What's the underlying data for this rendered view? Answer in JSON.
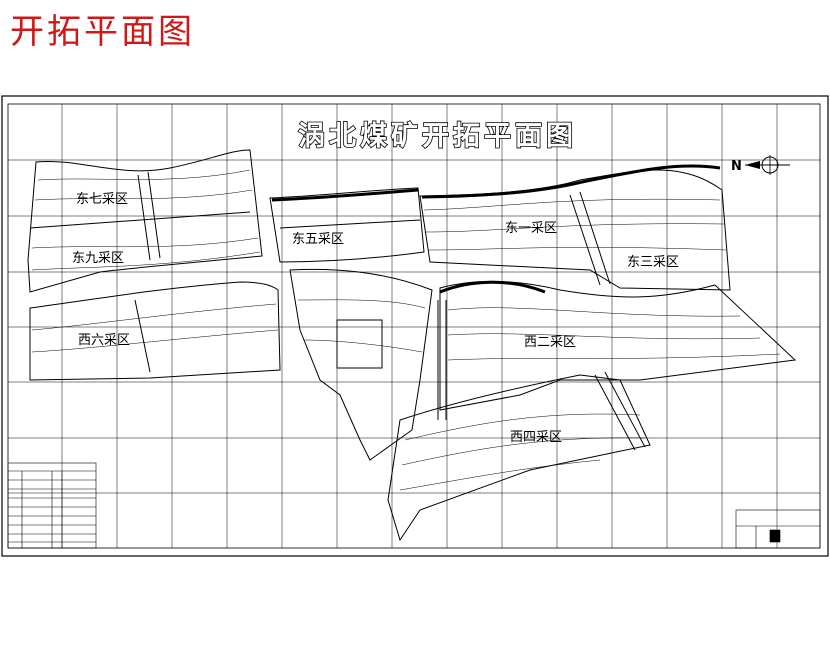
{
  "page_heading": "开拓平面图",
  "map": {
    "title": "涡北煤矿开拓平面图",
    "north_label": "N",
    "districts": [
      {
        "id": "east-7",
        "name": "东七采区"
      },
      {
        "id": "east-9",
        "name": "东九采区"
      },
      {
        "id": "east-5",
        "name": "东五采区"
      },
      {
        "id": "east-1",
        "name": "东一采区"
      },
      {
        "id": "east-3",
        "name": "东三采区"
      },
      {
        "id": "west-6",
        "name": "西六采区"
      },
      {
        "id": "west-2",
        "name": "西二采区"
      },
      {
        "id": "west-4",
        "name": "西四采区"
      }
    ]
  },
  "colors": {
    "heading": "#d01818",
    "line": "#000000",
    "background": "#ffffff"
  }
}
